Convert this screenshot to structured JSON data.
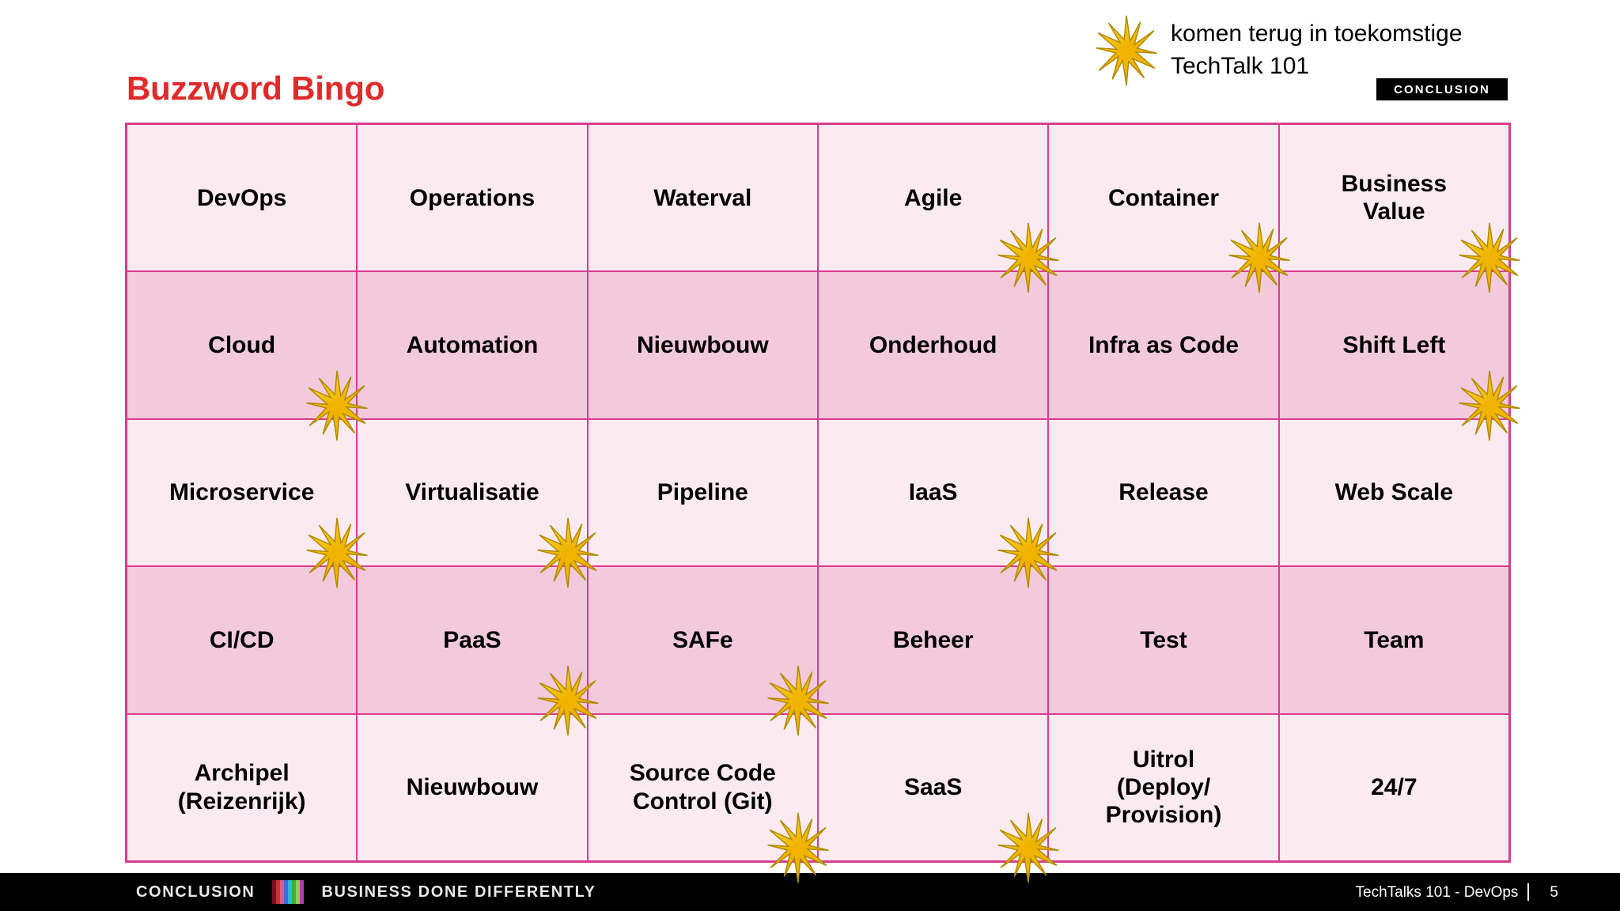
{
  "slide": {
    "title": "Buzzword Bingo",
    "title_color": "#e02b2b",
    "background": "#ffffff"
  },
  "top_note": {
    "text": "komen terug in toekomstige\nTechTalk 101",
    "starburst_icon": "starburst-icon"
  },
  "logo_top": {
    "text": "CONCLUSION",
    "background": "#000000",
    "text_color": "#ffffff"
  },
  "grid": {
    "rows": 5,
    "columns": 6,
    "border_color": "#d93d8f",
    "row_light_color": "#fbeaf0",
    "row_dark_color": "#f2cadb",
    "cells": [
      [
        {
          "label": "DevOps",
          "marked": false
        },
        {
          "label": "Operations",
          "marked": false
        },
        {
          "label": "Waterval",
          "marked": false
        },
        {
          "label": "Agile",
          "marked": true
        },
        {
          "label": "Container",
          "marked": true
        },
        {
          "label": "Business\nValue",
          "marked": true
        }
      ],
      [
        {
          "label": "Cloud",
          "marked": true
        },
        {
          "label": "Automation",
          "marked": false
        },
        {
          "label": "Nieuwbouw",
          "marked": false
        },
        {
          "label": "Onderhoud",
          "marked": false
        },
        {
          "label": "Infra as Code",
          "marked": false
        },
        {
          "label": "Shift Left",
          "marked": true
        }
      ],
      [
        {
          "label": "Microservice",
          "marked": true
        },
        {
          "label": "Virtualisatie",
          "marked": true
        },
        {
          "label": "Pipeline",
          "marked": false
        },
        {
          "label": "IaaS",
          "marked": true
        },
        {
          "label": "Release",
          "marked": false
        },
        {
          "label": "Web Scale",
          "marked": false
        }
      ],
      [
        {
          "label": "CI/CD",
          "marked": false
        },
        {
          "label": "PaaS",
          "marked": true
        },
        {
          "label": "SAFe",
          "marked": true
        },
        {
          "label": "Beheer",
          "marked": false
        },
        {
          "label": "Test",
          "marked": false
        },
        {
          "label": "Team",
          "marked": false
        }
      ],
      [
        {
          "label": "Archipel\n(Reizenrijk)",
          "marked": false
        },
        {
          "label": "Nieuwbouw",
          "marked": false
        },
        {
          "label": "Source Code\nControl (Git)",
          "marked": true
        },
        {
          "label": "SaaS",
          "marked": true
        },
        {
          "label": "Uitrol\n(Deploy/\nProvision)",
          "marked": false
        },
        {
          "label": "24/7",
          "marked": false
        }
      ]
    ]
  },
  "footer": {
    "brand": "CONCLUSION",
    "tagline": "BUSINESS DONE DIFFERENTLY",
    "deck_label": "TechTalks 101 - DevOps",
    "page_number": "5",
    "background": "#000000",
    "color_bars": [
      "#7a1020",
      "#c0392b",
      "#e05a8a",
      "#3b6fd4",
      "#2fb8d6",
      "#3fae4a",
      "#8fd14f",
      "#a93fb0"
    ]
  },
  "starburst": {
    "fill_light": "#ffe14d",
    "fill_dark": "#f0b400",
    "stroke": "#b08a00",
    "name": "starburst-icon"
  }
}
